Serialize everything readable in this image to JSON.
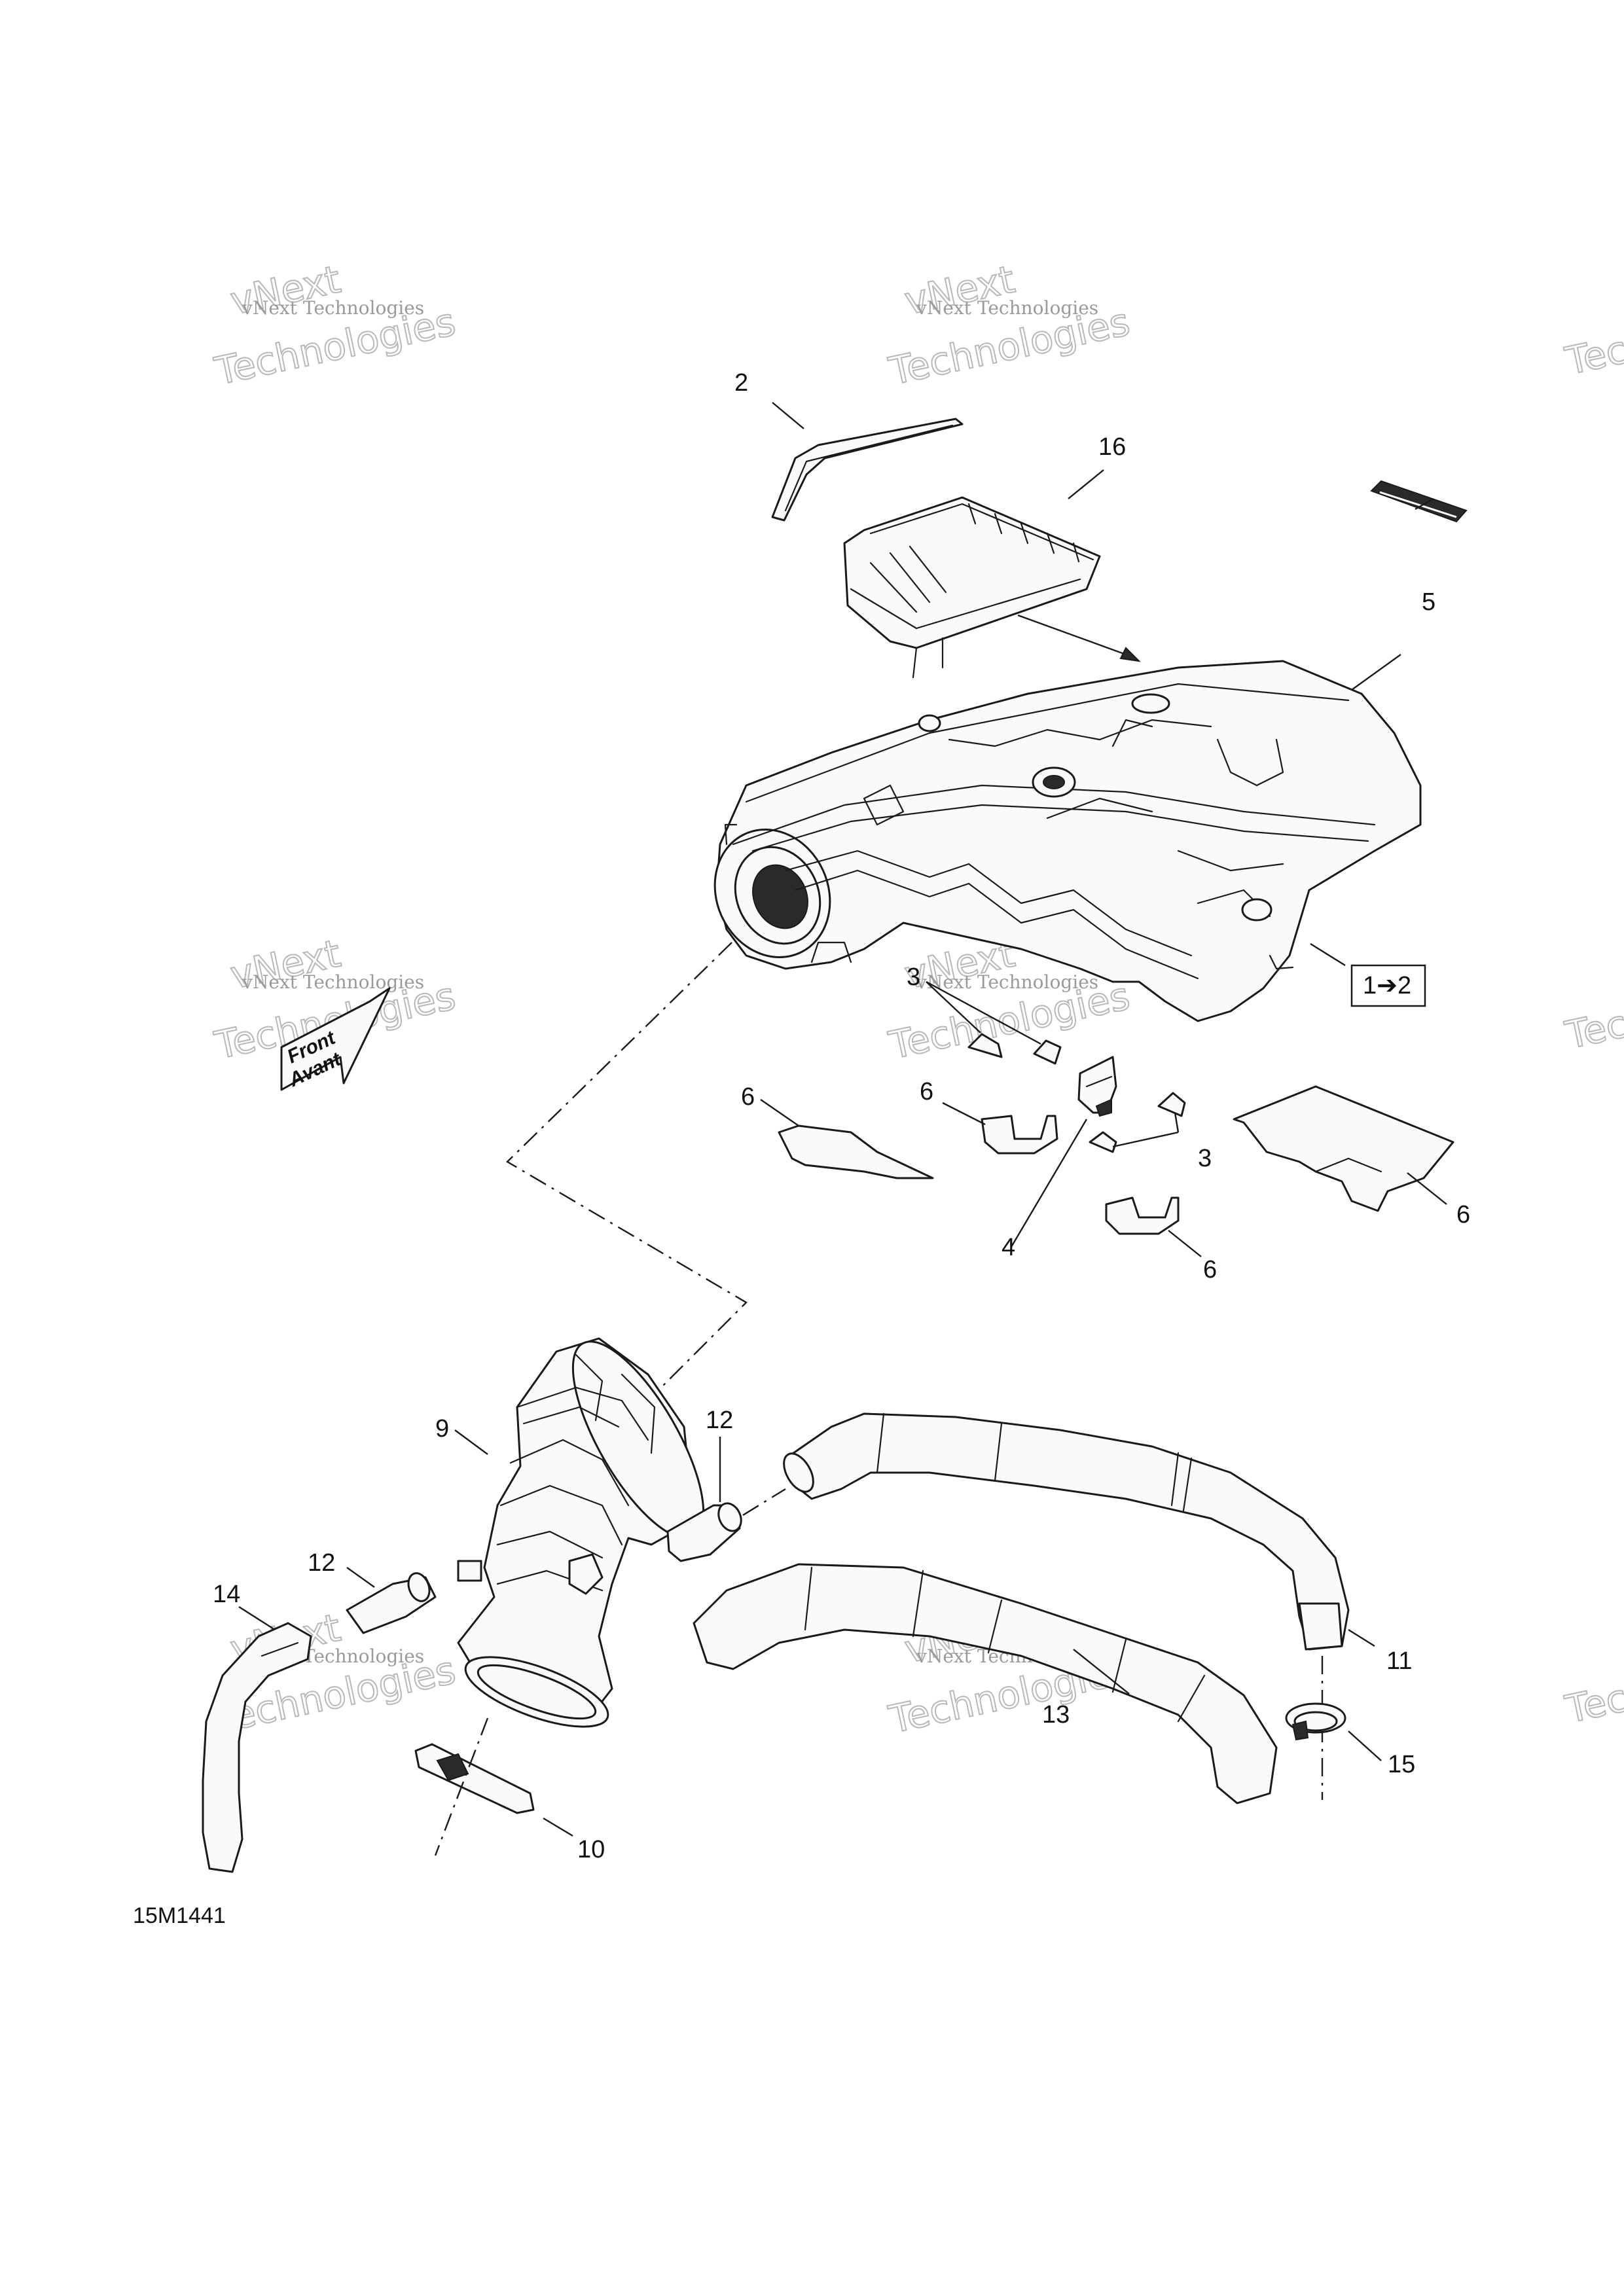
{
  "watermark": {
    "line1": "vNext",
    "line2": "vNext Technologies",
    "line3": "Technologies"
  },
  "figure_code": "15M1441",
  "reference_box": "1➔2",
  "front_arrow": {
    "line1": "Front",
    "line2": "Avant"
  },
  "callouts": {
    "c2": "2",
    "c16": "16",
    "c5": "5",
    "c3a": "3",
    "c3b": "3",
    "c6a": "6",
    "c6b": "6",
    "c6c": "6",
    "c6d": "6",
    "c4": "4",
    "c9": "9",
    "c12a": "12",
    "c12b": "12",
    "c14": "14",
    "c11": "11",
    "c13": "13",
    "c15": "15",
    "c10": "10"
  }
}
